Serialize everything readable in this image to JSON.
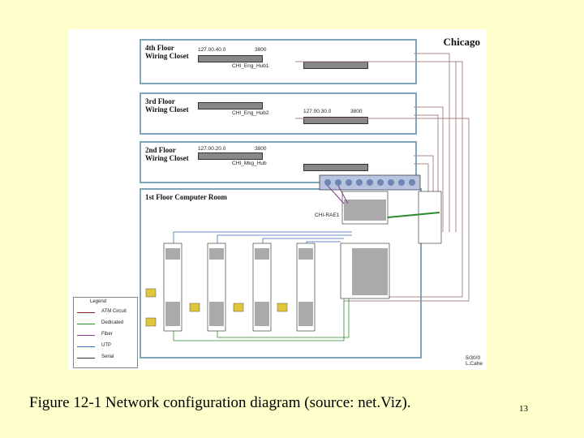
{
  "caption": "Figure 12-1 Network configuration diagram (source: net.Viz).",
  "page_number": "13",
  "diagram": {
    "city": "Chicago",
    "floors": [
      {
        "title": "4th Floor\nWiring Closet",
        "device_ip": "127.00.40.0",
        "device_model": "3800",
        "hub": "CHI_Eng_Hub1"
      },
      {
        "title": "3rd Floor\nWiring Closet",
        "device_ip": "127.00.30.0",
        "device_model": "3800",
        "hub": "CHI_Eng_Hub2"
      },
      {
        "title": "2nd Floor\nWiring Closet",
        "device_ip": "127.00.20.0",
        "device_model": "3800",
        "hub": "CHI_Mkg_Hub"
      },
      {
        "title": "1st Floor Computer Room"
      }
    ],
    "router_label": "CHI-RAE1",
    "legend": {
      "title": "Legend",
      "items": [
        {
          "label": "ATM Circuit",
          "color": "#7a1f1f"
        },
        {
          "label": "Dedicated",
          "color": "#2e8b2e"
        },
        {
          "label": "Fiber",
          "color": "#8b3a8b"
        },
        {
          "label": "UTP",
          "color": "#3a6fb5"
        },
        {
          "label": "Serial",
          "color": "#333333"
        }
      ]
    },
    "footer_note": "5/30/0\nL.Cahe"
  }
}
